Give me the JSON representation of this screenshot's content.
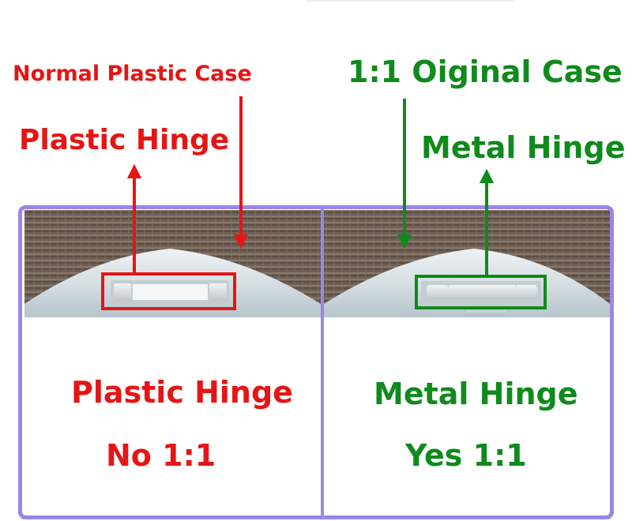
{
  "left": {
    "heading": "Normal Plastic Case",
    "hinge_label": "Plastic Hinge",
    "panel_line1": "Plastic Hinge",
    "panel_line2": "No 1:1",
    "color": "#e51515"
  },
  "right": {
    "heading": "1:1 Oiginal Case",
    "hinge_label": "Metal Hinge",
    "panel_line1": "Metal Hinge",
    "panel_line2": "Yes 1:1",
    "color": "#0f8a1c"
  },
  "frame_color": "#9a86e8"
}
